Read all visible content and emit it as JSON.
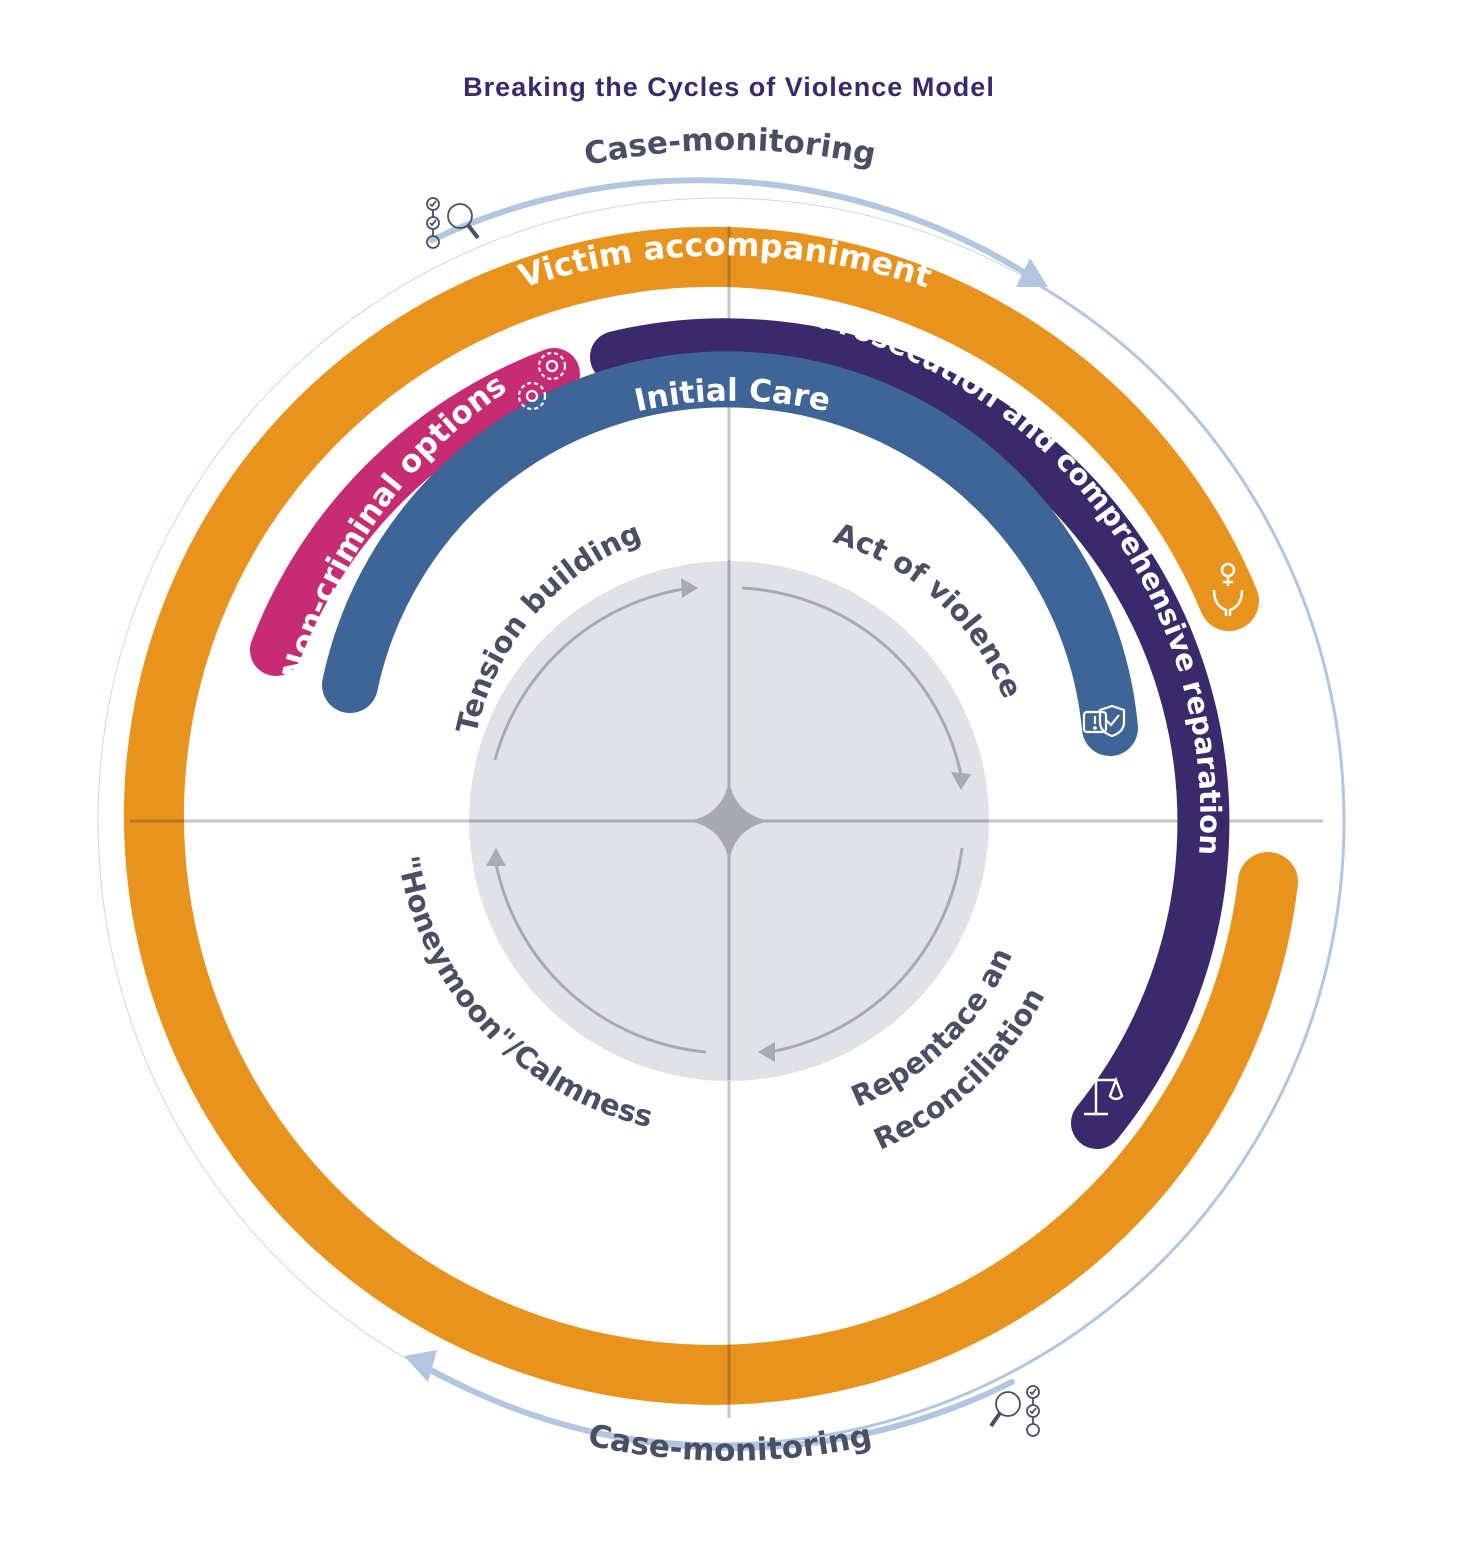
{
  "title": {
    "text": "Breaking the Cycles of Violence Model"
  },
  "monitoring": {
    "top_label": "Case-monitoring",
    "bottom_label": "Case-monitoring"
  },
  "rings": {
    "victim_accompaniment": "Victim accompaniment",
    "prosecution": "Prosecution and comprehensive reparation",
    "non_criminal": "Non-criminal options",
    "initial_care": "Initial Care"
  },
  "phases": {
    "tension": "Tension building",
    "act": "Act of violence",
    "repentance_line1": "Repentace and",
    "repentance_line2": "Reconciliation",
    "honeymoon": "\"Honeymoon\"/Calmness"
  },
  "colors": {
    "title": "#3b2a6b",
    "victim_accompaniment": "#e8931e",
    "prosecution": "#3a2a6b",
    "non_criminal": "#c62c72",
    "initial_care": "#3f6496",
    "monitoring_ring": "#b3c6df",
    "axis_lines": "#a8a9b5",
    "inner_disc": "#e1e2e7",
    "phase_arrows": "#a8a9b5"
  },
  "icons": {
    "monitor_top": "checklist-search-icon",
    "monitor_bottom": "checklist-search-icon",
    "victim": "caring-hands-icon",
    "prosecution": "scales-of-justice-icon",
    "non_criminal": "gears-icon",
    "initial_care": "alert-shield-check-icon"
  }
}
